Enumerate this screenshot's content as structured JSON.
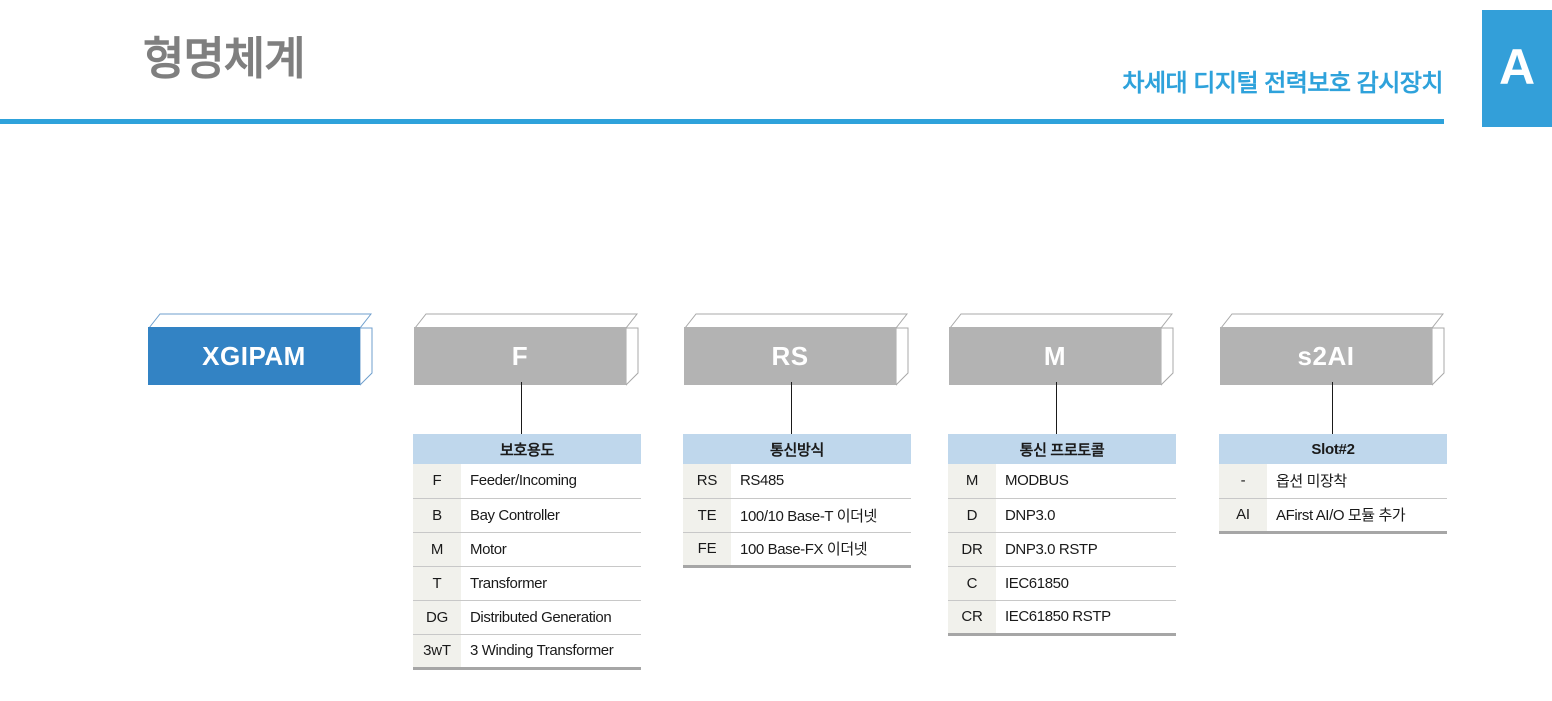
{
  "header": {
    "title": "형명체계",
    "subtitle": "차세대 디지털 전력보호 감시장치",
    "chapter_tab": "A",
    "accent_color": "#2ea2db",
    "tab_color": "#339fd9",
    "title_color": "#7f7f7f"
  },
  "model_code": {
    "base": {
      "label": "XGIPAM",
      "color": "#3383c4"
    },
    "segments": [
      {
        "code": "F",
        "box_color": "#b3b3b3",
        "table": {
          "header": "보호용도",
          "rows": [
            {
              "code": "F",
              "desc": "Feeder/Incoming"
            },
            {
              "code": "B",
              "desc": "Bay Controller"
            },
            {
              "code": "M",
              "desc": "Motor"
            },
            {
              "code": "T",
              "desc": "Transformer"
            },
            {
              "code": "DG",
              "desc": "Distributed Generation"
            },
            {
              "code": "3wT",
              "desc": "3 Winding Transformer"
            }
          ]
        }
      },
      {
        "code": "RS",
        "box_color": "#b3b3b3",
        "table": {
          "header": "통신방식",
          "rows": [
            {
              "code": "RS",
              "desc": "RS485"
            },
            {
              "code": "TE",
              "desc": "100/10 Base-T 이더넷"
            },
            {
              "code": "FE",
              "desc": "100 Base-FX 이더넷"
            }
          ]
        }
      },
      {
        "code": "M",
        "box_color": "#b3b3b3",
        "table": {
          "header": "통신 프로토콜",
          "rows": [
            {
              "code": "M",
              "desc": "MODBUS"
            },
            {
              "code": "D",
              "desc": "DNP3.0"
            },
            {
              "code": "DR",
              "desc": "DNP3.0 RSTP"
            },
            {
              "code": "C",
              "desc": "IEC61850"
            },
            {
              "code": "CR",
              "desc": "IEC61850 RSTP"
            }
          ]
        }
      },
      {
        "code": "s2AI",
        "box_color": "#b3b3b3",
        "table": {
          "header": "Slot#2",
          "rows": [
            {
              "code": "-",
              "desc": "옵션 미장착"
            },
            {
              "code": "AI",
              "desc": "AFirst AI/O 모듈 추가"
            }
          ]
        }
      }
    ]
  }
}
